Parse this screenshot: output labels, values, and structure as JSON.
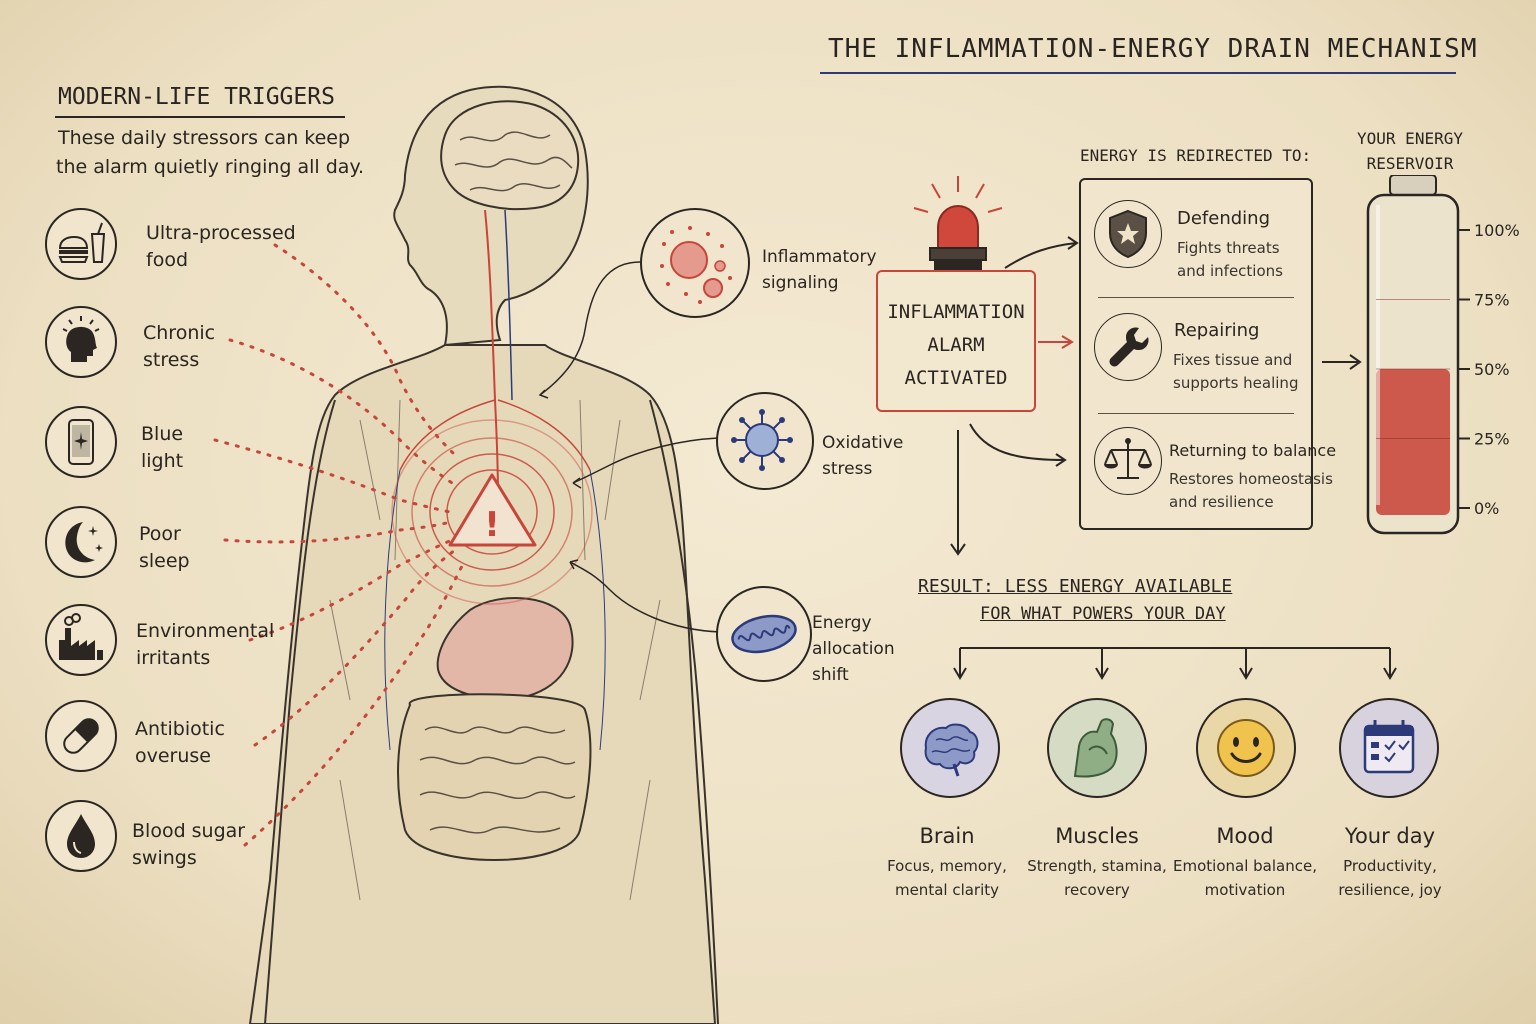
{
  "title": "The Inflammation-Energy Drain Mechanism",
  "triggers": {
    "heading": "Modern-Life Triggers",
    "intro_line1": "These daily stressors can keep",
    "intro_line2": "the alarm quietly ringing all day.",
    "items": [
      {
        "line1": "Ultra-processed",
        "line2": "food",
        "icon": "burger-drink-icon"
      },
      {
        "line1": "Chronic",
        "line2": "stress",
        "icon": "stressed-head-icon"
      },
      {
        "line1": "Blue",
        "line2": "light",
        "icon": "smartphone-icon"
      },
      {
        "line1": "Poor",
        "line2": "sleep",
        "icon": "moon-stars-icon"
      },
      {
        "line1": "Environmental",
        "line2": "irritants",
        "icon": "factory-icon"
      },
      {
        "line1": "Antibiotic",
        "line2": "overuse",
        "icon": "capsule-icon"
      },
      {
        "line1": "Blood sugar",
        "line2": "swings",
        "icon": "drop-icon"
      }
    ]
  },
  "mechanisms": [
    {
      "line1": "Inflammatory",
      "line2": "signaling",
      "line3": ""
    },
    {
      "line1": "Oxidative",
      "line2": "stress",
      "line3": ""
    },
    {
      "line1": "Energy",
      "line2": "allocation",
      "line3": "shift"
    }
  ],
  "alarm": {
    "line1": "Inflammation",
    "line2": "Alarm",
    "line3": "Activated"
  },
  "redirect": {
    "heading": "Energy is redirected to:",
    "items": [
      {
        "title": "Defending",
        "desc1": "Fights threats",
        "desc2": "and infections",
        "icon": "shield-star-icon"
      },
      {
        "title": "Repairing",
        "desc1": "Fixes tissue and",
        "desc2": "supports healing",
        "icon": "wrench-icon"
      },
      {
        "title": "Returning to balance",
        "desc1": "Restores homeostasis",
        "desc2": "and resilience",
        "icon": "balance-scale-icon"
      }
    ]
  },
  "reservoir": {
    "heading_line1": "Your energy",
    "heading_line2": "Reservoir",
    "ticks": [
      "100%",
      "75%",
      "50%",
      "25%",
      "0%"
    ],
    "level": 0.5,
    "fill_color": "#c8453a"
  },
  "result": {
    "line1": "Result: Less energy available",
    "line2": "for what powers your day",
    "items": [
      {
        "title": "Brain",
        "desc1": "Focus, memory,",
        "desc2": "mental clarity",
        "icon": "brain-icon"
      },
      {
        "title": "Muscles",
        "desc1": "Strength, stamina,",
        "desc2": "recovery",
        "icon": "flexed-arm-icon"
      },
      {
        "title": "Mood",
        "desc1": "Emotional balance,",
        "desc2": "motivation",
        "icon": "smiley-face-icon"
      },
      {
        "title": "Your day",
        "desc1": "Productivity,",
        "desc2": "resilience, joy",
        "icon": "calendar-check-icon"
      }
    ]
  },
  "colors": {
    "accent_red": "#c8453a",
    "ink": "#2b2622",
    "paper": "#efe3c8",
    "navy": "#2c3a7a"
  }
}
